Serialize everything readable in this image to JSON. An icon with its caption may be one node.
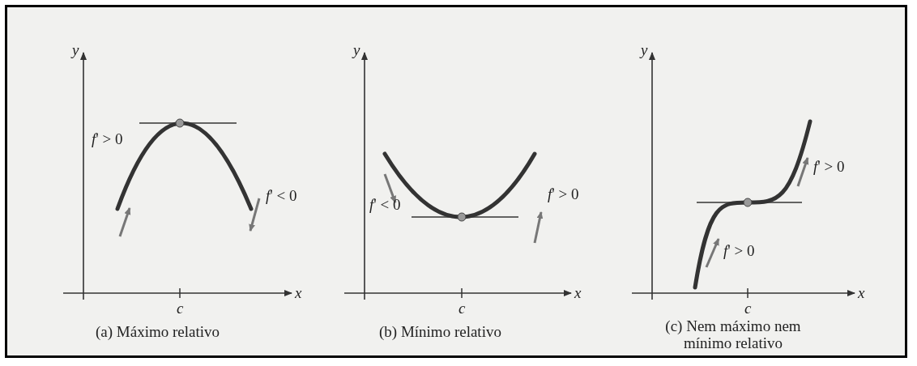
{
  "diagram": {
    "labels": [
      "y",
      "*f*' > 0",
      "*f*' < 0",
      "x",
      "c",
      "(a) Máximo relativo",
      "y",
      "*f*' > 0",
      "*f*' < 0",
      "x",
      "c",
      "(b) Mínimo relativo",
      "y",
      "*f*' > 0",
      "*f*' > 0",
      "x",
      "c",
      "(c) Nem máximo nem mínimo relativo"
    ]
  }
}
